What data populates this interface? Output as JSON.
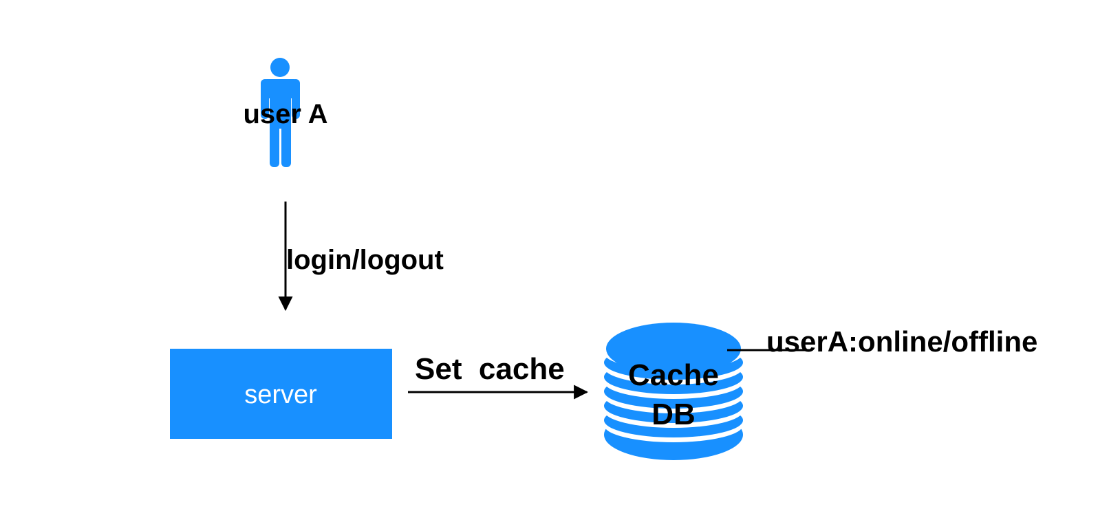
{
  "colors": {
    "accent": "#1890FF",
    "line": "#000000",
    "background": "#FFFFFF"
  },
  "nodes": {
    "user": {
      "label": "user A",
      "icon": "person-icon"
    },
    "server": {
      "label": "server"
    },
    "cache": {
      "label_line1": "Cache",
      "label_line2": "DB",
      "icon": "database-icon"
    }
  },
  "edges": {
    "login": {
      "label": "login/logout"
    },
    "set_cache": {
      "label": "Set  cache"
    }
  },
  "annotations": {
    "cache_entry": {
      "label": "userA:online/offline"
    }
  }
}
